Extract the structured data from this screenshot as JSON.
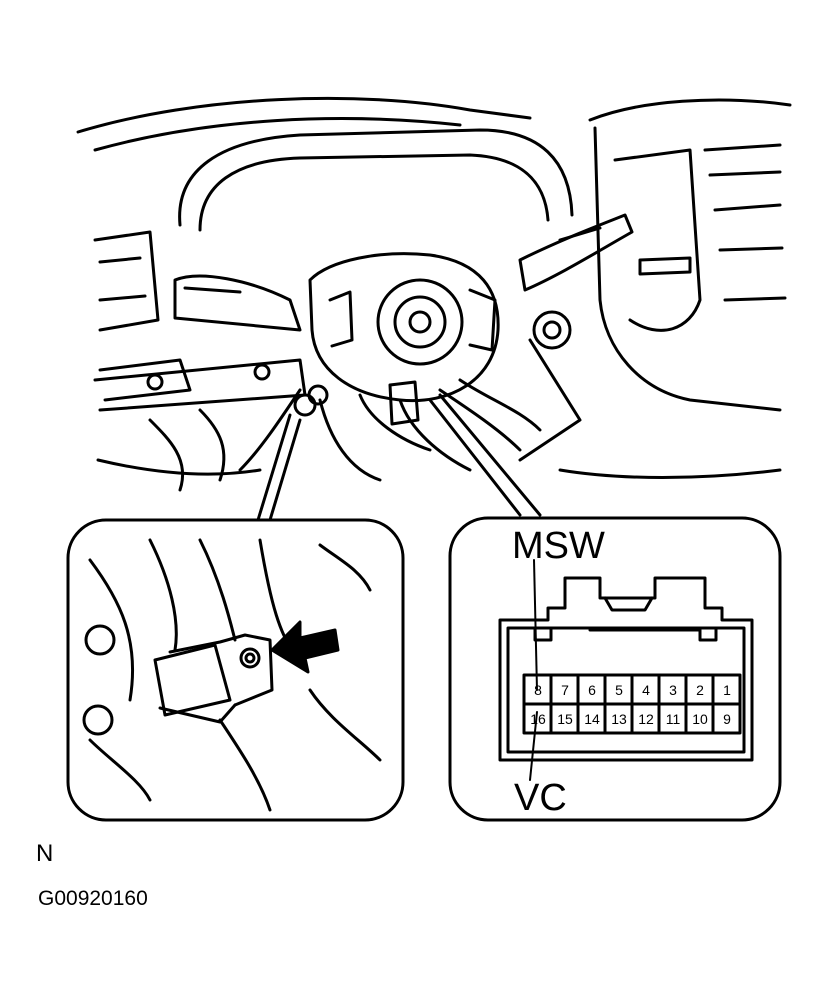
{
  "labels": {
    "msw": "MSW",
    "vc": "VC"
  },
  "connector": {
    "row_top": [
      "8",
      "7",
      "6",
      "5",
      "4",
      "3",
      "2",
      "1"
    ],
    "row_bottom": [
      "16",
      "15",
      "14",
      "13",
      "12",
      "11",
      "10",
      "9"
    ]
  },
  "captions": {
    "view_code": "N",
    "figure_id": "G00920160"
  }
}
